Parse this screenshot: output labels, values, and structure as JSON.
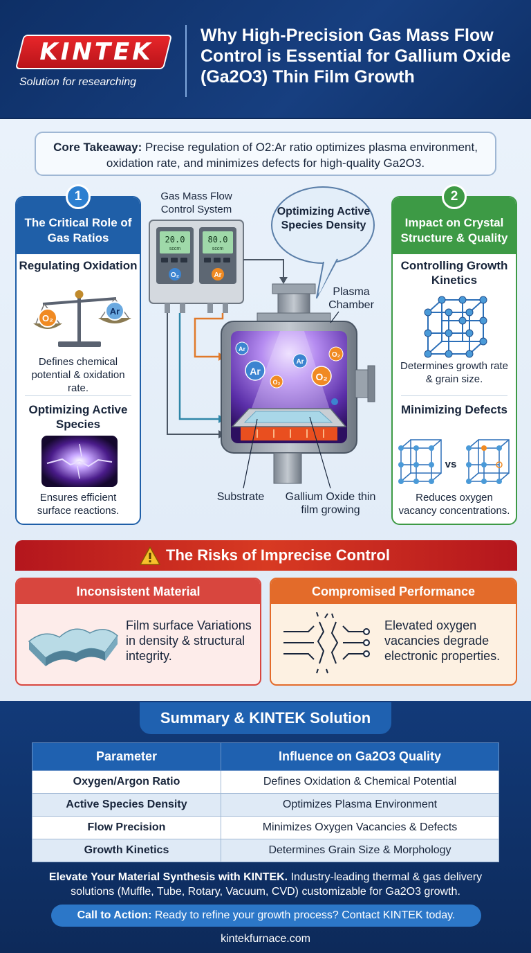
{
  "header": {
    "logo": "KINTEK",
    "tagline": "Solution for researching",
    "title": "Why High-Precision Gas Mass Flow Control is Essential for Gallium Oxide (Ga2O3) Thin Film Growth"
  },
  "core": {
    "label": "Core Takeaway:",
    "text": " Precise regulation of O2:Ar ratio optimizes plasma environment, oxidation rate, and minimizes defects for high-quality Ga2O3."
  },
  "left_panel": {
    "number": "1",
    "title": "The Critical Role of Gas Ratios",
    "section1_title": "Regulating Oxidation",
    "section1_text": "Defines chemical potential & oxidation rate.",
    "section2_title": "Optimizing Active Species",
    "section2_text": "Ensures efficient surface reactions.",
    "o2_symbol": "O₂",
    "ar_symbol": "Ar"
  },
  "diagram": {
    "control_title": "Gas Mass Flow Control System",
    "meter1_value": "20.0",
    "meter1_unit": "sccm",
    "meter2_value": "80.0",
    "meter2_unit": "sccm",
    "meter1_gas": "O₂",
    "meter2_gas": "Ar",
    "bubble": "Optimizing Active Species Density",
    "chamber_label": "Plasma Chamber",
    "substrate_label": "Substrate",
    "film_label": "Gallium Oxide thin film growing",
    "ar_label": "Ar",
    "o2_label": "O₂"
  },
  "right_panel": {
    "number": "2",
    "title": "Impact on Crystal Structure & Quality",
    "section1_title": "Controlling Growth Kinetics",
    "section1_text": "Determines growth rate & grain size.",
    "section2_title": "Minimizing Defects",
    "vs": "vs",
    "section2_text": "Reduces oxygen vacancy concentrations."
  },
  "risks": {
    "title": "The Risks of Imprecise Control",
    "card1_title": "Inconsistent Material",
    "card1_text": "Film surface Variations in density & structural integrity.",
    "card2_title": "Compromised Performance",
    "card2_text": "Elevated oxygen vacancies degrade electronic properties."
  },
  "summary": {
    "title": "Summary & KINTEK Solution",
    "headers": [
      "Parameter",
      "Influence on Ga2O3 Quality"
    ],
    "rows": [
      [
        "Oxygen/Argon Ratio",
        "Defines Oxidation & Chemical Potential"
      ],
      [
        "Active Species Density",
        "Optimizes Plasma Environment"
      ],
      [
        "Flow Precision",
        "Minimizes Oxygen Vacancies & Defects"
      ],
      [
        "Growth Kinetics",
        "Determines Grain Size & Morphology"
      ]
    ],
    "elevate_bold": "Elevate Your Material Synthesis with KINTEK.",
    "elevate_text": " Industry-leading thermal & gas delivery solutions (Muffle, Tube, Rotary, Vacuum, CVD) customizable for Ga2O3 growth.",
    "cta_bold": "Call to Action:",
    "cta_text": " Ready to refine your growth process? Contact KINTEK today.",
    "website": "kintekfurnace.com"
  },
  "colors": {
    "navy": "#0e2f66",
    "blue": "#1f5fa8",
    "green": "#3d9a45",
    "red": "#d8463e",
    "orange": "#e36b2a"
  }
}
